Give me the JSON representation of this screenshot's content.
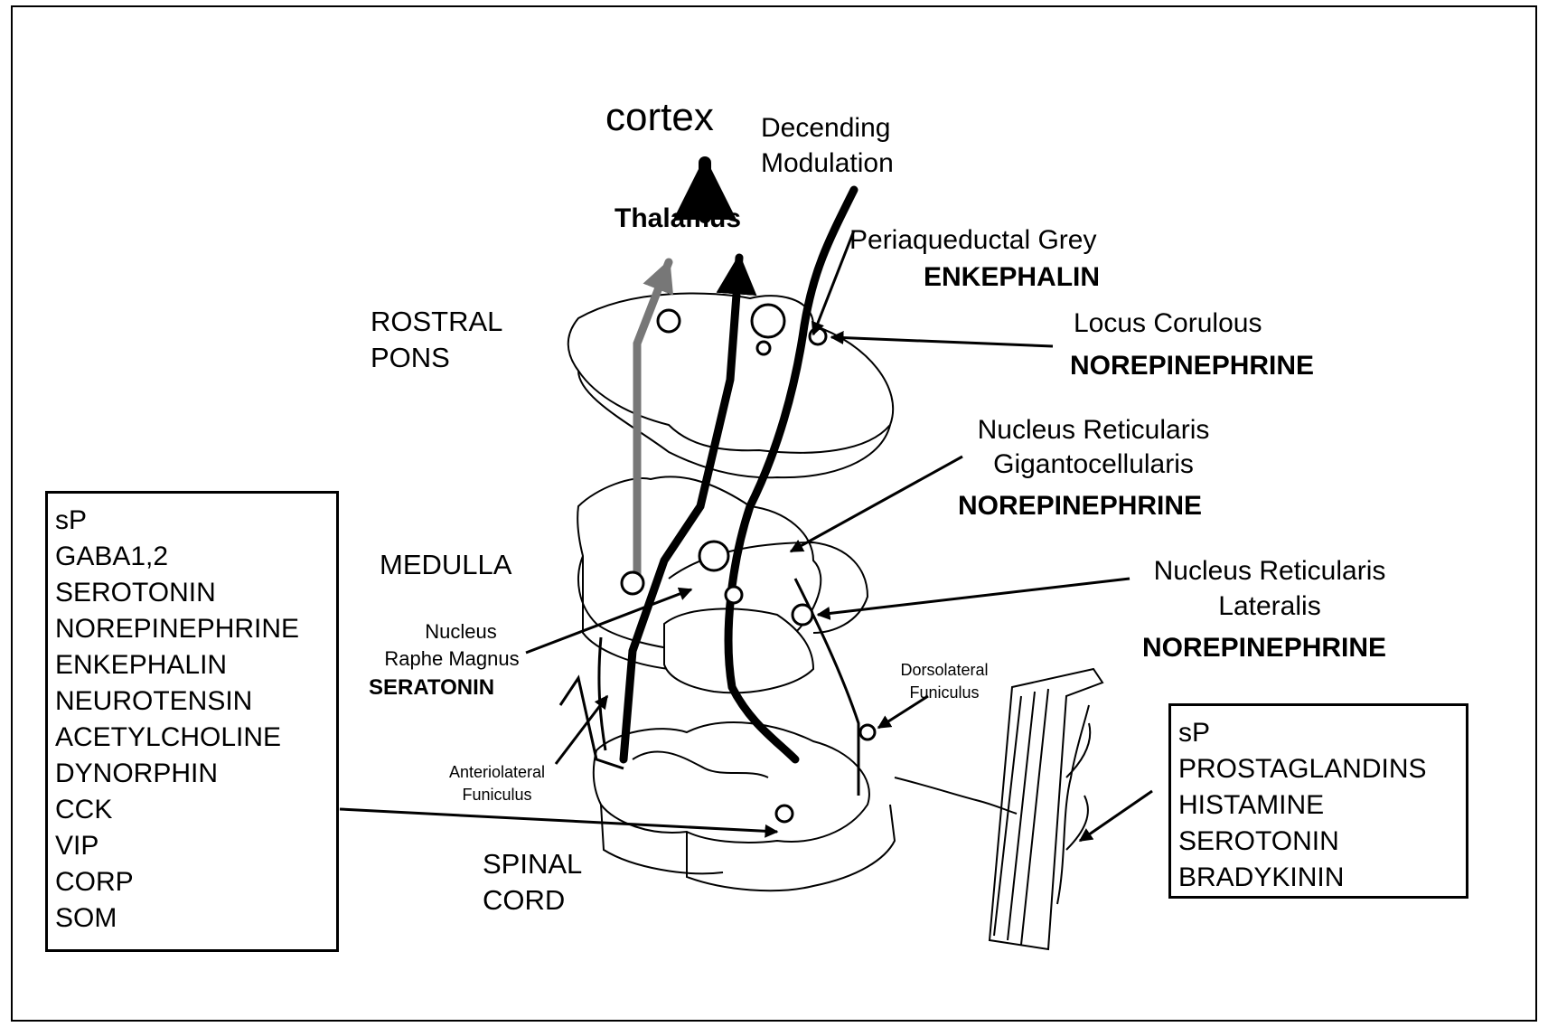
{
  "labels": {
    "cortex": "cortex",
    "descending_1": "Decending",
    "descending_2": "Modulation",
    "thalamus": "Thalamus",
    "pag": "Periaqueductal Grey",
    "pag_chem": "ENKEPHALIN",
    "rostral_1": "ROSTRAL",
    "rostral_2": "PONS",
    "locus_1": "Locus Corulous",
    "locus_chem": "NOREPINEPHRINE",
    "nrg_1": "Nucleus Reticularis",
    "nrg_2": "Gigantocellularis",
    "nrg_chem": "NOREPINEPHRINE",
    "medulla": "MEDULLA",
    "nrl_1": "Nucleus Reticularis",
    "nrl_2": "Lateralis",
    "nrl_chem": "NOREPINEPHRINE",
    "nrm_1": "Nucleus",
    "nrm_2": "Raphe Magnus",
    "nrm_chem": "SERATONIN",
    "dlf_1": "Dorsolateral",
    "dlf_2": "Funiculus",
    "alf_1": "Anteriolateral",
    "alf_2": "Funiculus",
    "spinal_1": "SPINAL",
    "spinal_2": "CORD"
  },
  "left_box": [
    "sP",
    "GABA1,2",
    "SEROTONIN",
    "NOREPINEPHRINE",
    "ENKEPHALIN",
    "NEUROTENSIN",
    "ACETYLCHOLINE",
    "DYNORPHIN",
    "CCK",
    "VIP",
    "CORP",
    "SOM"
  ],
  "right_box": [
    "sP",
    "PROSTAGLANDINS",
    "HISTAMINE",
    "SEROTONIN",
    "BRADYKININ"
  ]
}
